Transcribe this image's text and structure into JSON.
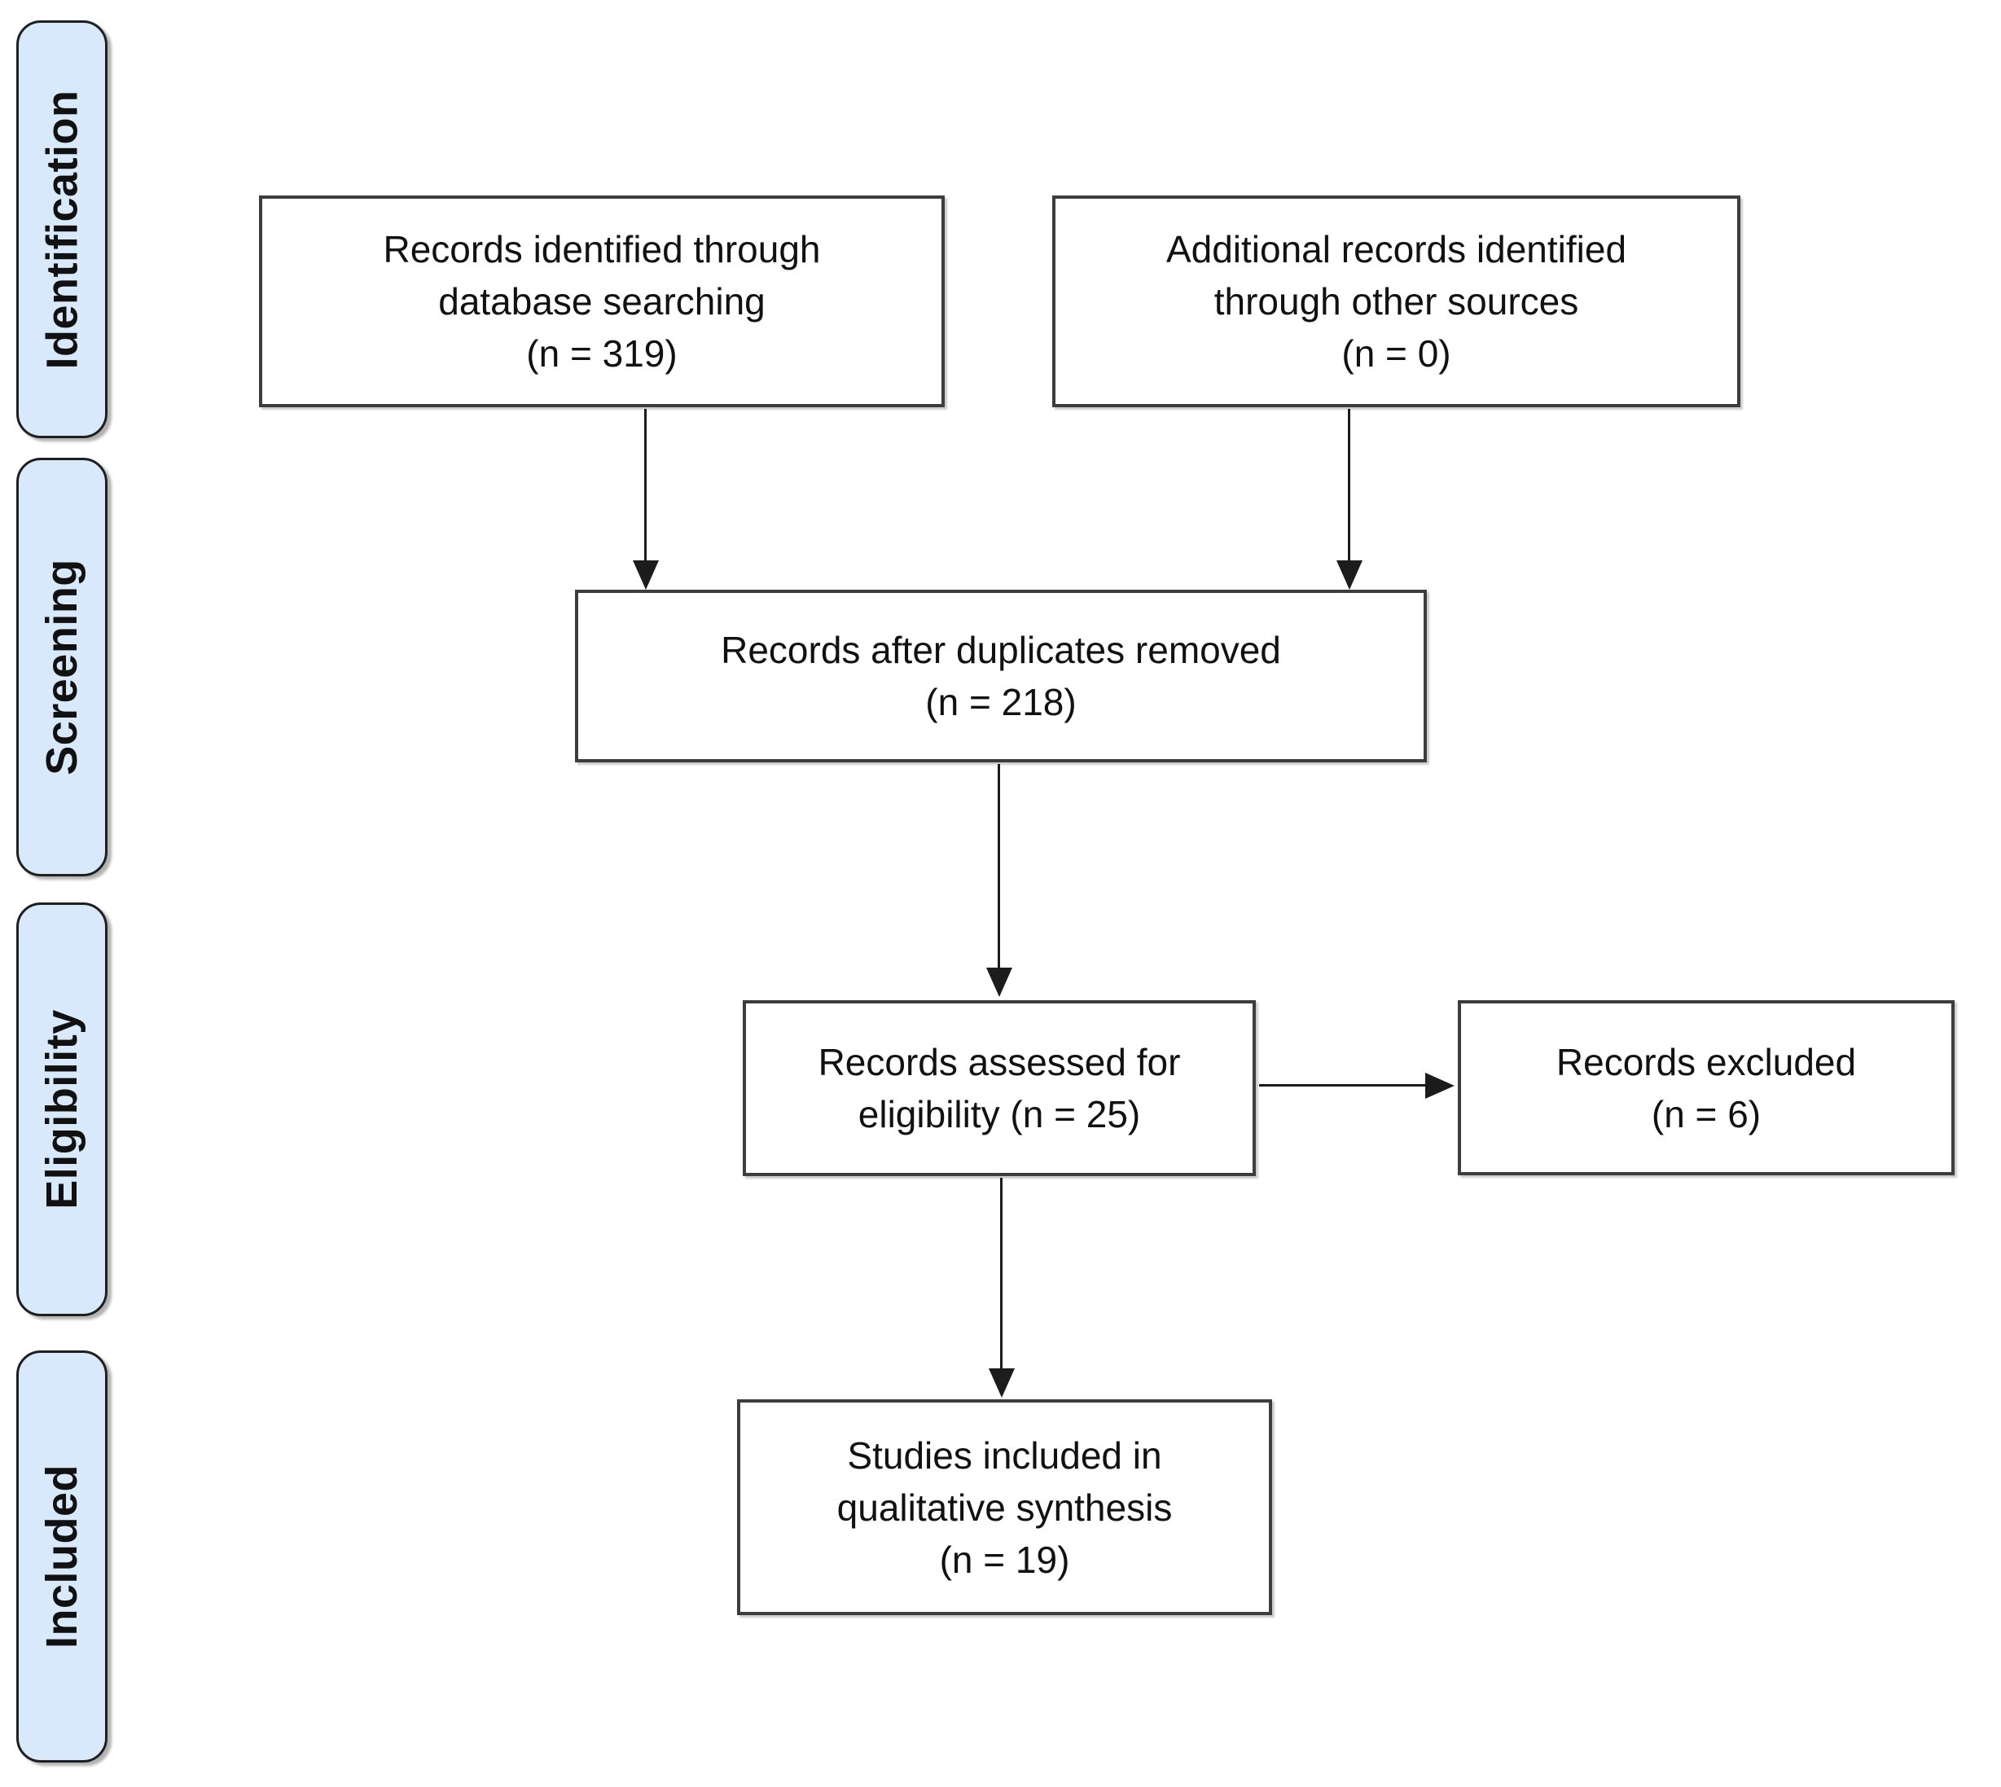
{
  "sidebar": {
    "stages": [
      {
        "label": "Identification"
      },
      {
        "label": "Screening"
      },
      {
        "label": "Eligibility"
      },
      {
        "label": "Included"
      }
    ]
  },
  "flow": {
    "records_identified": {
      "lines": [
        "Records identified through",
        "database searching",
        "(n = 319)"
      ],
      "n": 319
    },
    "additional_records": {
      "lines": [
        "Additional records identified",
        "through other sources",
        "(n = 0)"
      ],
      "n": 0
    },
    "after_duplicates": {
      "lines": [
        "Records after duplicates removed",
        "(n = 218)"
      ],
      "n": 218
    },
    "assessed": {
      "lines": [
        "Records assessed for",
        "eligibility (n = 25)"
      ],
      "n": 25
    },
    "excluded": {
      "lines": [
        "Records excluded",
        "(n = 6)"
      ],
      "n": 6
    },
    "included_qualitative": {
      "lines": [
        "Studies included in",
        "qualitative synthesis",
        "(n = 19)"
      ],
      "n": 19
    }
  },
  "colors": {
    "stage_fill": "#d7e9fa",
    "stage_border": "#1f1f1f",
    "box_fill": "#ffffff",
    "box_border": "#3d3d3d",
    "arrow": "#1c1c1c",
    "background": "#ffffff"
  }
}
